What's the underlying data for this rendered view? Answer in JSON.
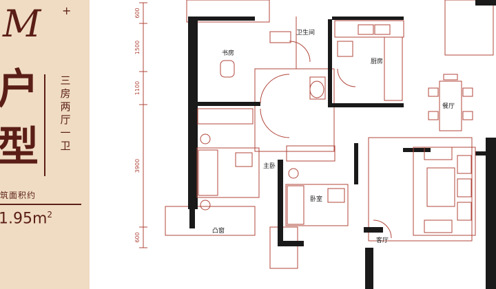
{
  "brand": {
    "logo_letter": "M",
    "logo_plus": "+"
  },
  "unit": {
    "type_chars": [
      "户",
      "型"
    ],
    "layout_text": "三房两厅一卫",
    "area_label": "筑面积约",
    "area_value": "1.95m",
    "area_unit_sup": "2"
  },
  "dimensions": [
    "600",
    "1500",
    "1100",
    "3900",
    "600"
  ],
  "rooms": {
    "study": "书房",
    "bathroom": "卫生间",
    "kitchen": "厨房",
    "dining": "餐厅",
    "master_bedroom": "主卧",
    "bedroom": "卧室",
    "living_room": "客厅",
    "bay_window": "凸窗"
  },
  "colors": {
    "wall": "#1a1a1a",
    "line": "#b0453a",
    "panel": "#f0dcc3",
    "brand": "#5a1e17"
  }
}
